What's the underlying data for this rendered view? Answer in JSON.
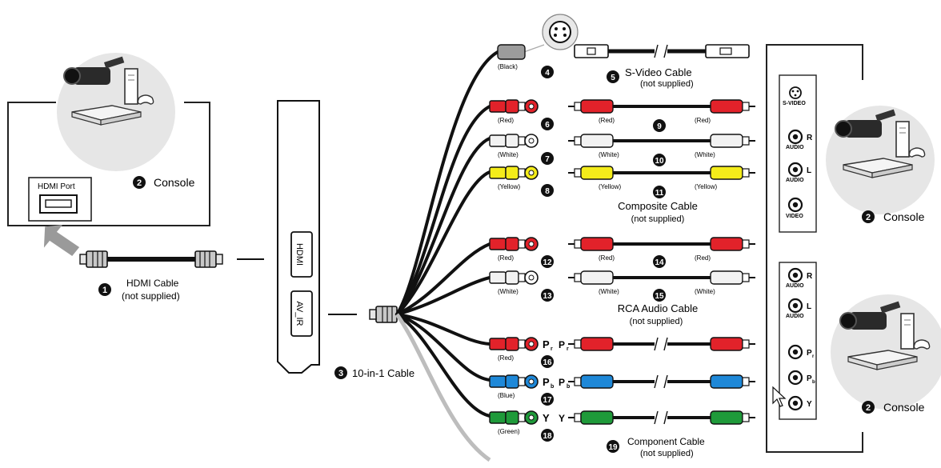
{
  "hdmi_port_label": "HDMI Port",
  "hdmi_cable": {
    "num": "1",
    "title": "HDMI Cable",
    "note": "(not supplied)"
  },
  "console_label": "Console",
  "console_num": "2",
  "card": {
    "hdmi": "HDMI",
    "av_ir": "AV_IR"
  },
  "ten_in_one": {
    "num": "3",
    "label": "10-in-1 Cable"
  },
  "svideo": {
    "plug_color": "(Black)",
    "plug_num": "4",
    "cable_num": "5",
    "cable_title": "S-Video Cable",
    "cable_note": "(not supplied)"
  },
  "composite": {
    "plugs": [
      {
        "color_label": "(Red)",
        "num": "6",
        "color": "#e2222a"
      },
      {
        "color_label": "(White)",
        "num": "7",
        "color": "#f2f2f2"
      },
      {
        "color_label": "(Yellow)",
        "num": "8",
        "color": "#f4ec1a"
      }
    ],
    "cables": [
      {
        "num": "9",
        "left": "(Red)",
        "right": "(Red)",
        "color": "#e2222a"
      },
      {
        "num": "10",
        "left": "(White)",
        "right": "(White)",
        "color": "#f2f2f2"
      },
      {
        "num": "11",
        "left": "(Yellow)",
        "right": "(Yellow)",
        "color": "#f4ec1a"
      }
    ],
    "title": "Composite Cable",
    "note": "(not supplied)"
  },
  "rca": {
    "plugs": [
      {
        "color_label": "(Red)",
        "num": "12",
        "color": "#e2222a"
      },
      {
        "color_label": "(White)",
        "num": "13",
        "color": "#f2f2f2"
      }
    ],
    "cables": [
      {
        "num": "14",
        "left": "(Red)",
        "right": "(Red)",
        "color": "#e2222a"
      },
      {
        "num": "15",
        "left": "(White)",
        "right": "(White)",
        "color": "#f2f2f2"
      }
    ],
    "title": "RCA Audio Cable",
    "note": "(not supplied)"
  },
  "component": {
    "plugs": [
      {
        "color_label": "(Red)",
        "num": "16",
        "letter": "P",
        "sub": "r",
        "color": "#e2222a"
      },
      {
        "color_label": "(Blue)",
        "num": "17",
        "letter": "P",
        "sub": "b",
        "color": "#1e88d8"
      },
      {
        "color_label": "(Green)",
        "num": "18",
        "letter": "Y",
        "sub": "",
        "color": "#1f9a3a"
      }
    ],
    "cables": [
      {
        "letter": "P",
        "sub": "r",
        "color": "#e2222a"
      },
      {
        "letter": "P",
        "sub": "b",
        "color": "#1e88d8"
      },
      {
        "letter": "Y",
        "sub": "",
        "color": "#1f9a3a"
      }
    ],
    "num": "19",
    "title": "Component Cable",
    "note": "(not supplied)"
  },
  "panel_top": {
    "s_video": "S-VIDEO",
    "r": "R",
    "l": "L",
    "audio": "AUDIO",
    "video": "VIDEO"
  },
  "panel_bottom": {
    "r": "R",
    "l": "L",
    "audio": "AUDIO",
    "pr_letter": "P",
    "pr_sub": "r",
    "pb_letter": "P",
    "pb_sub": "b",
    "y": "Y"
  }
}
